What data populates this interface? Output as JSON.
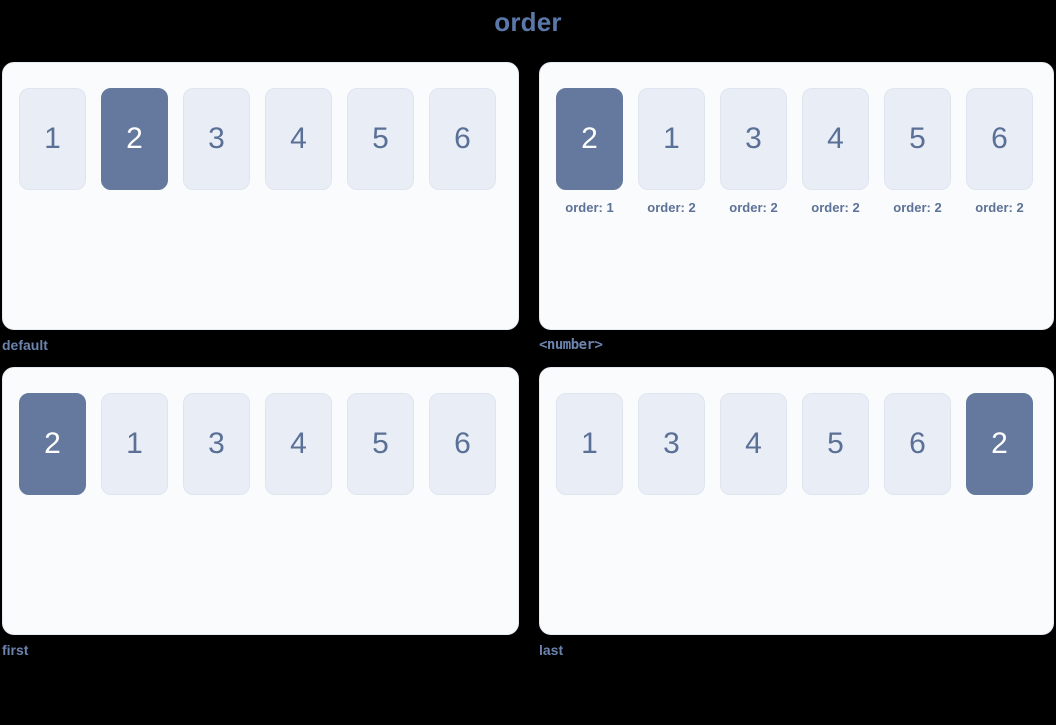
{
  "title": "order",
  "colors": {
    "background": "#000000",
    "title_text": "#5a78a8",
    "panel_bg": "#fafbfd",
    "panel_border": "#e6eaf1",
    "item_bg": "#e9edf5",
    "item_border": "#dfe5f0",
    "item_text": "#5a7096",
    "item_active_bg": "#64799d",
    "item_active_text": "#ffffff",
    "caption_text": "#6b83ad",
    "note_text": "#5c7296"
  },
  "panels": [
    {
      "caption": "default",
      "caption_mono": false,
      "show_notes": false,
      "items": [
        {
          "label": "1",
          "active": false,
          "note": ""
        },
        {
          "label": "2",
          "active": true,
          "note": ""
        },
        {
          "label": "3",
          "active": false,
          "note": ""
        },
        {
          "label": "4",
          "active": false,
          "note": ""
        },
        {
          "label": "5",
          "active": false,
          "note": ""
        },
        {
          "label": "6",
          "active": false,
          "note": ""
        }
      ]
    },
    {
      "caption": "<number>",
      "caption_mono": true,
      "show_notes": true,
      "items": [
        {
          "label": "2",
          "active": true,
          "note": "order: 1"
        },
        {
          "label": "1",
          "active": false,
          "note": "order: 2"
        },
        {
          "label": "3",
          "active": false,
          "note": "order: 2"
        },
        {
          "label": "4",
          "active": false,
          "note": "order: 2"
        },
        {
          "label": "5",
          "active": false,
          "note": "order: 2"
        },
        {
          "label": "6",
          "active": false,
          "note": "order: 2"
        }
      ]
    },
    {
      "caption": "first",
      "caption_mono": false,
      "show_notes": false,
      "items": [
        {
          "label": "2",
          "active": true,
          "note": ""
        },
        {
          "label": "1",
          "active": false,
          "note": ""
        },
        {
          "label": "3",
          "active": false,
          "note": ""
        },
        {
          "label": "4",
          "active": false,
          "note": ""
        },
        {
          "label": "5",
          "active": false,
          "note": ""
        },
        {
          "label": "6",
          "active": false,
          "note": ""
        }
      ]
    },
    {
      "caption": "last",
      "caption_mono": false,
      "show_notes": false,
      "items": [
        {
          "label": "1",
          "active": false,
          "note": ""
        },
        {
          "label": "3",
          "active": false,
          "note": ""
        },
        {
          "label": "4",
          "active": false,
          "note": ""
        },
        {
          "label": "5",
          "active": false,
          "note": ""
        },
        {
          "label": "6",
          "active": false,
          "note": ""
        },
        {
          "label": "2",
          "active": true,
          "note": ""
        }
      ]
    }
  ]
}
